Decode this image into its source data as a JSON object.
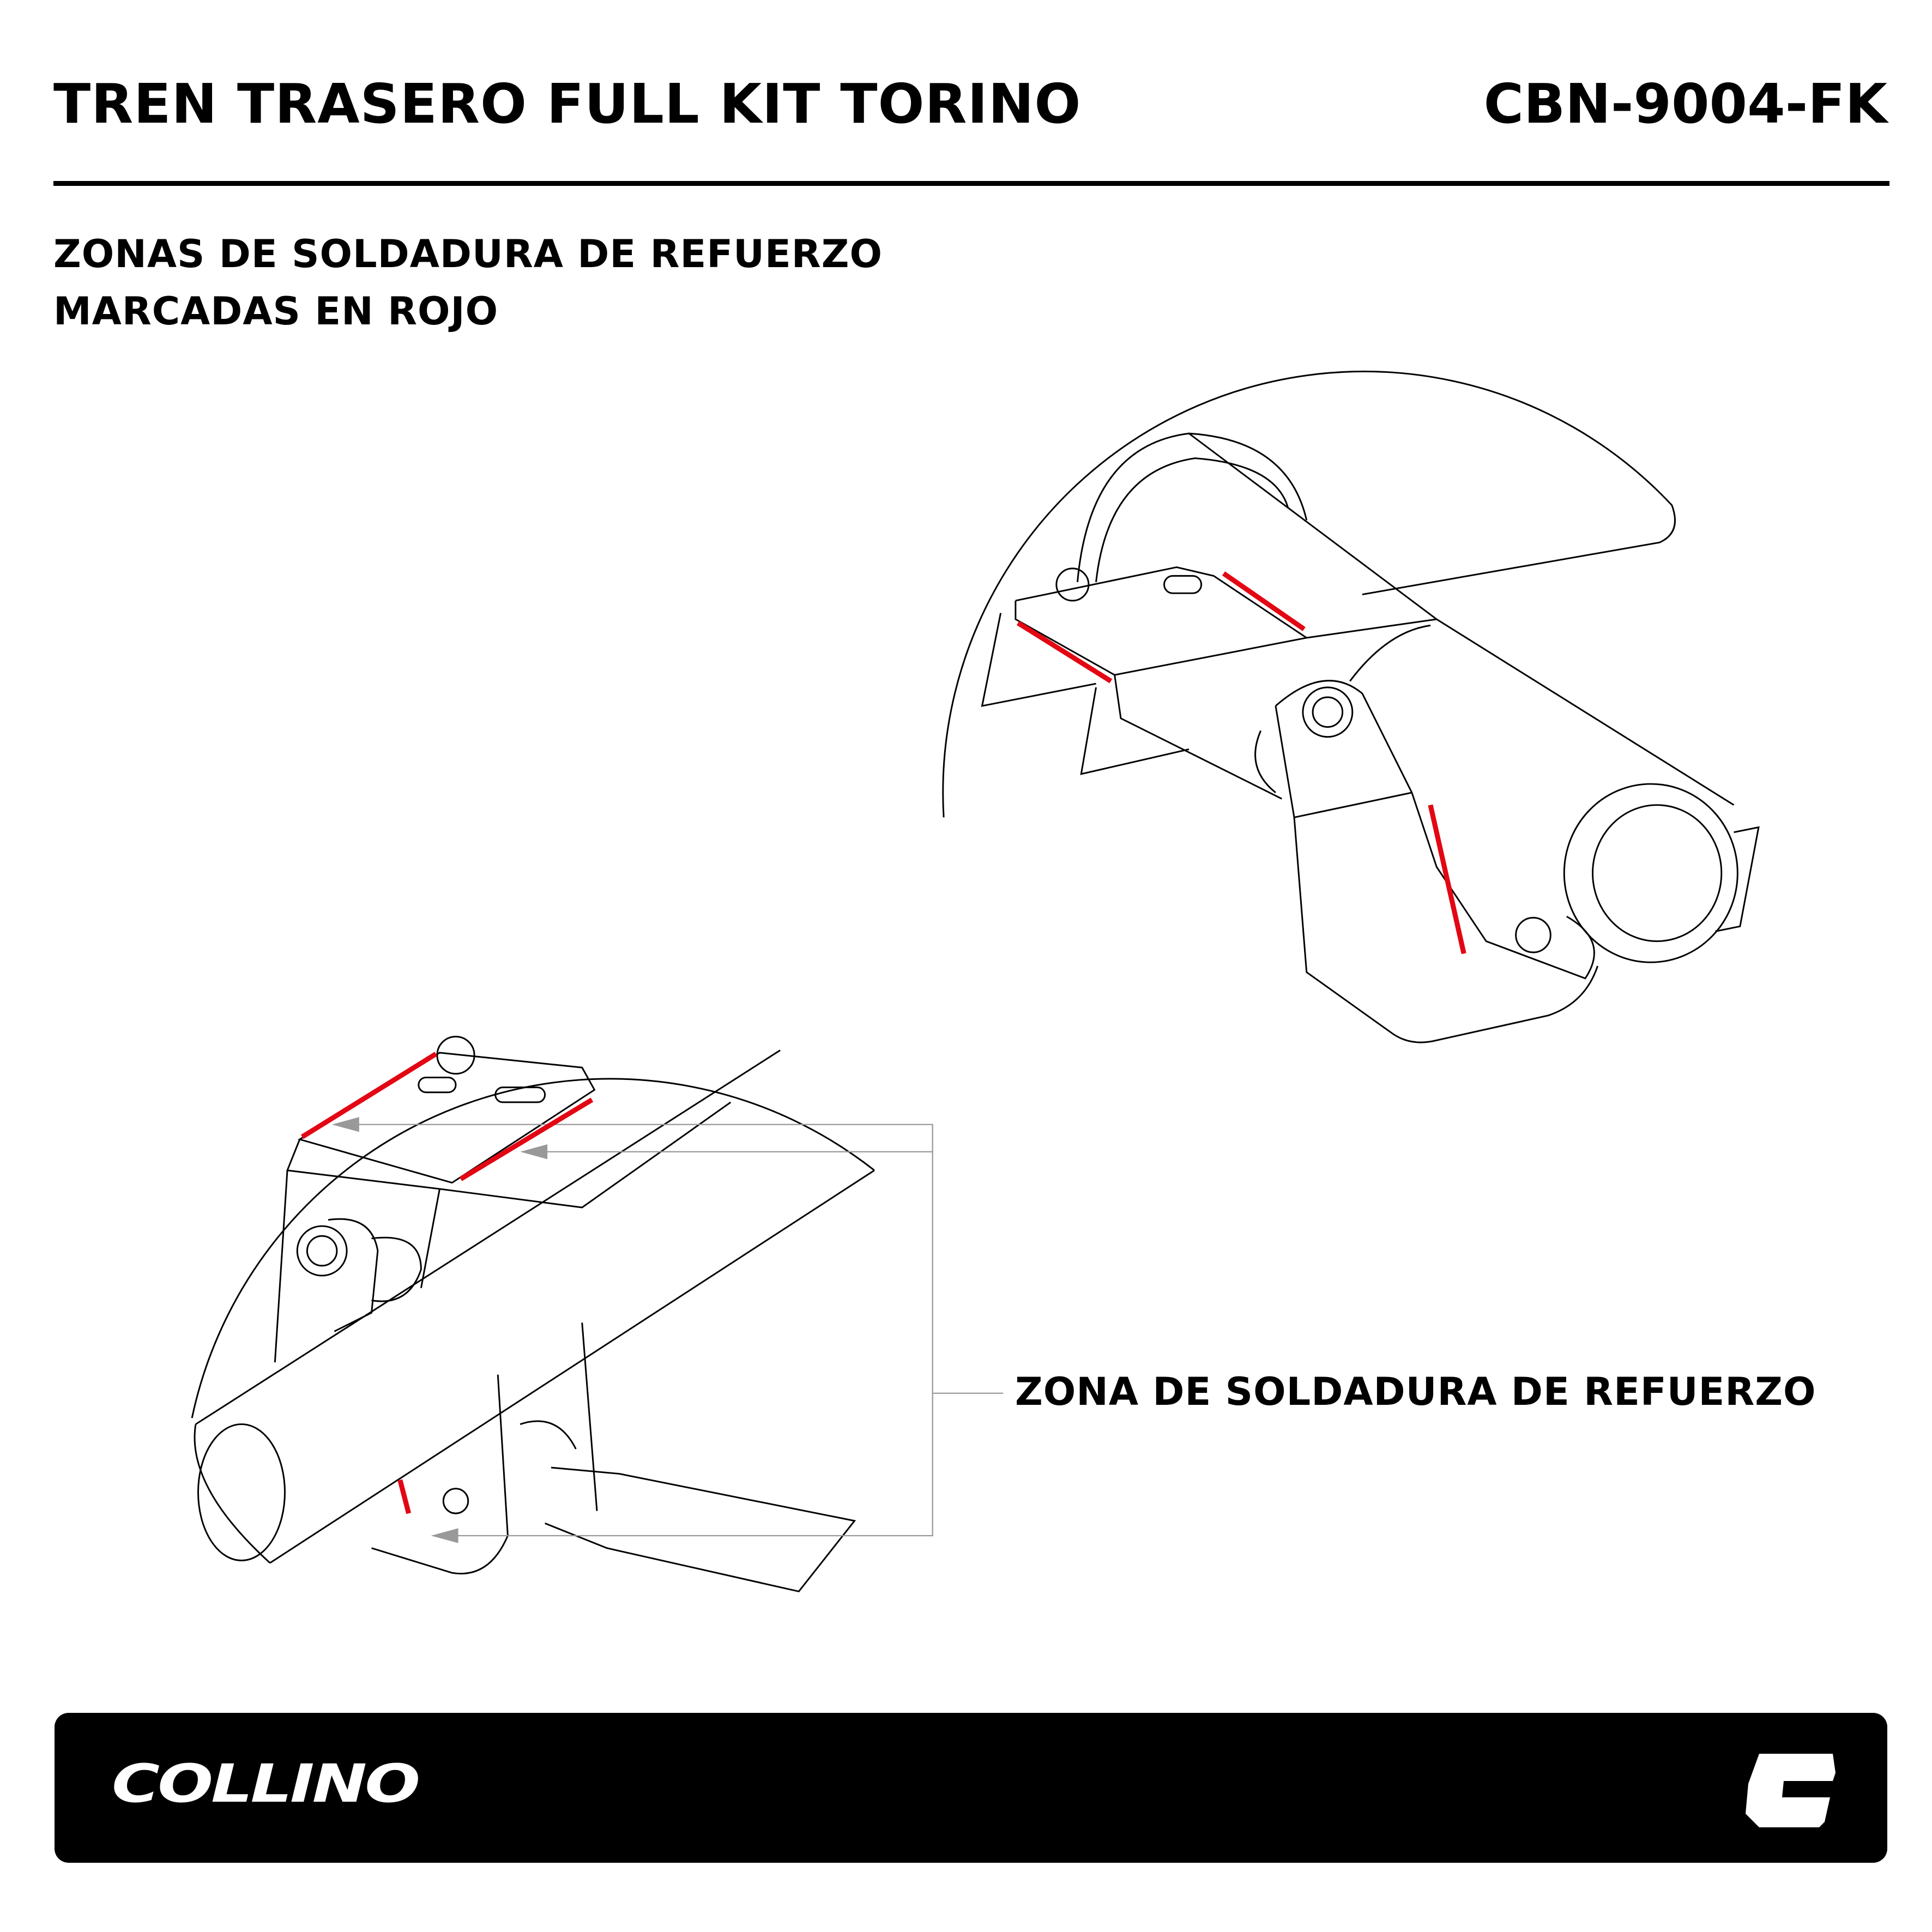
{
  "header": {
    "title": "TREN TRASERO FULL KIT TORINO",
    "code": "CBN-9004-FK"
  },
  "subtitle": {
    "line1": "ZONAS DE SOLDADURA DE REFUERZO",
    "line2": "MARCADAS EN ROJO"
  },
  "callout": {
    "label": "ZONA DE SOLDADURA DE REFUERZO"
  },
  "colors": {
    "weld": "#e30613",
    "leader": "#999999"
  },
  "footer": {
    "brand": "COLLINO",
    "mark_icon": "collino-c-logo"
  }
}
